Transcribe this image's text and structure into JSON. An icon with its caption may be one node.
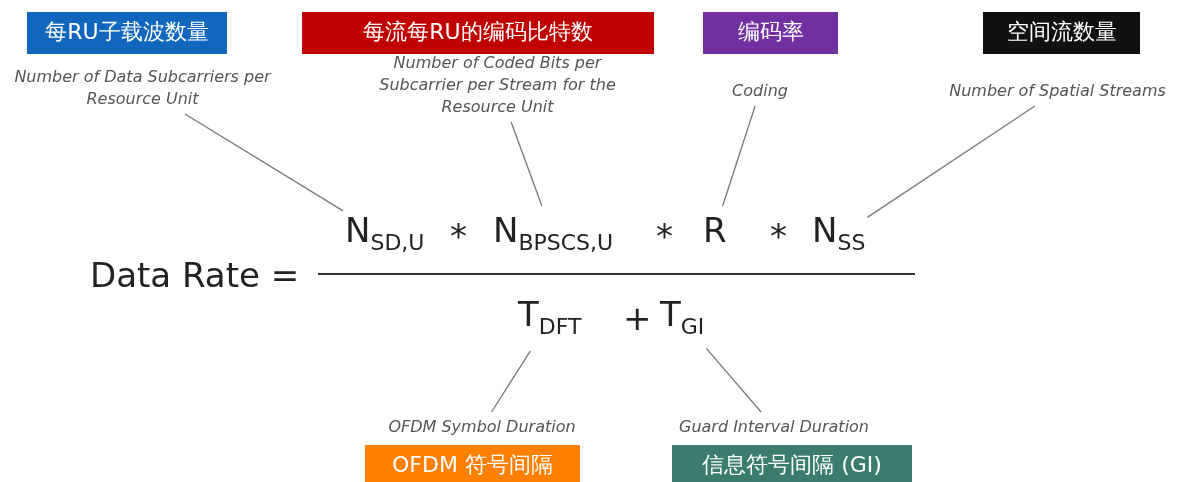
{
  "diagram": {
    "nodes": [
      {
        "text": [
          "每RU子载波数量"
        ]
      },
      {
        "text": [
          "每流每RU的编码比特数"
        ]
      },
      {
        "text": [
          "编码率"
        ]
      },
      {
        "text": [
          "空间流数量"
        ]
      },
      {
        "text": [
          "Number of Data Subcarriers per Resource Unit"
        ]
      },
      {
        "text": [
          "Number of Coded Bits per Subcarrier per Stream for the Resource Unit"
        ]
      },
      {
        "text": [
          "Coding"
        ]
      },
      {
        "text": [
          "Number of Spatial Streams"
        ]
      },
      {
        "text": [
          "N$_{SD,U}$"
        ]
      },
      {
        "text": [
          "N$_{BPSCS,U}$"
        ]
      },
      {
        "text": [
          "R"
        ]
      },
      {
        "text": [
          "N$_{SS}$"
        ]
      },
      {
        "text": [
          "T$_{DFT}$"
        ]
      },
      {
        "text": [
          "T$_{GI}$"
        ]
      },
      {
        "text": [
          "OFDM Symbol Duration"
        ]
      },
      {
        "text": [
          "Guard Interval Duration"
        ]
      },
      {
        "text": [
          "OFDM 符号间隔"
        ]
      },
      {
        "text": [
          "信息符号间隔 (GI)"
        ]
      }
    ],
    "edges": [
      {
        "from": 4,
        "to": 8,
        "arrow": "none"
      },
      {
        "from": 5,
        "to": 9,
        "arrow": "none"
      },
      {
        "from": 6,
        "to": 10,
        "arrow": "none"
      },
      {
        "from": 7,
        "to": 11,
        "arrow": "none"
      },
      {
        "from": 14,
        "to": 12,
        "arrow": "none"
      },
      {
        "from": 15,
        "to": 13,
        "arrow": "none"
      }
    ],
    "labels": [
      "Data Rate =",
      "*",
      "*",
      "*",
      "+"
    ]
  }
}
